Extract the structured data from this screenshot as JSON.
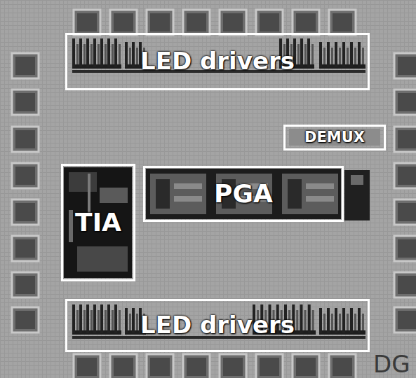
{
  "diagram": {
    "nodes": [
      {
        "text": [
          "LED drivers"
        ]
      },
      {
        "text": [
          "DEMUX"
        ]
      },
      {
        "text": [
          "TIA"
        ]
      },
      {
        "text": [
          "PGA"
        ]
      },
      {
        "text": [
          "LED drivers"
        ]
      }
    ],
    "labels": [
      "DG"
    ]
  }
}
